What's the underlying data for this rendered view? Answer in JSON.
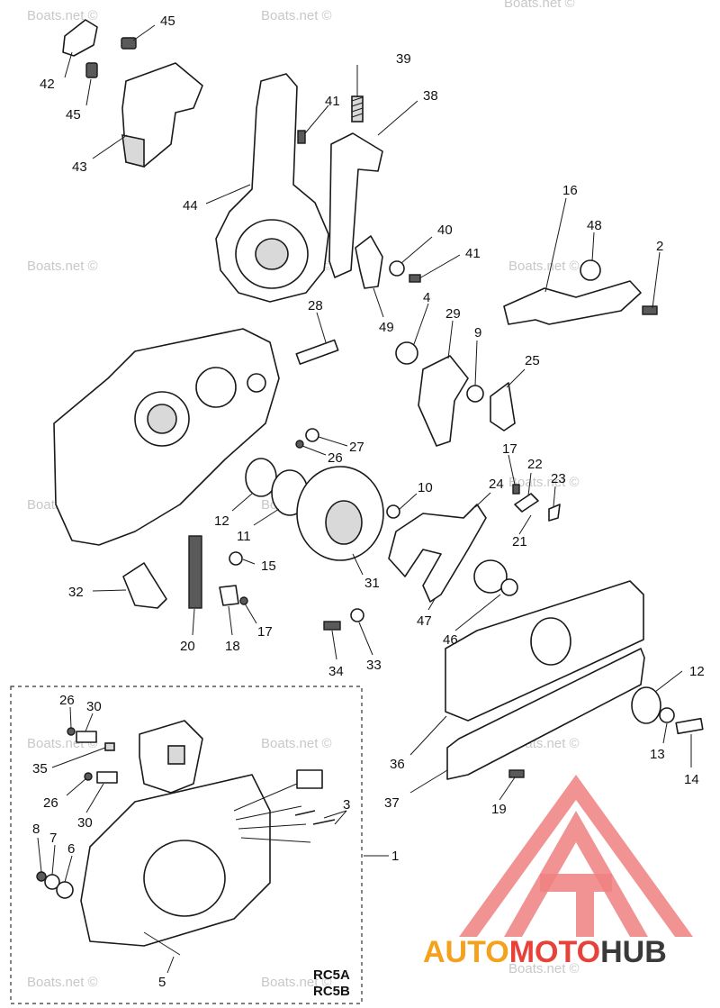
{
  "callouts": [
    "45",
    "42",
    "45",
    "43",
    "44",
    "39",
    "41",
    "38",
    "16",
    "48",
    "2",
    "40",
    "41",
    "49",
    "28",
    "4",
    "29",
    "9",
    "25",
    "27",
    "26",
    "17",
    "22",
    "23",
    "24",
    "10",
    "21",
    "12",
    "11",
    "15",
    "31",
    "47",
    "46",
    "32",
    "20",
    "18",
    "17",
    "34",
    "33",
    "12",
    "13",
    "14",
    "36",
    "37",
    "19",
    "26",
    "30",
    "35",
    "26",
    "30",
    "8",
    "7",
    "6",
    "3",
    "1",
    "5"
  ],
  "models": [
    "RC5A",
    "RC5B"
  ],
  "watermark": "Boats.net ©",
  "logo": {
    "part1": "AUTO",
    "part2": "MOTO",
    "part3": "HUB",
    "color1": "#f4a11d",
    "color2": "#e8413a",
    "color3": "#3a3a3a"
  },
  "colors": {
    "line": "#1a1a1a",
    "logo_red": "#f08080"
  }
}
